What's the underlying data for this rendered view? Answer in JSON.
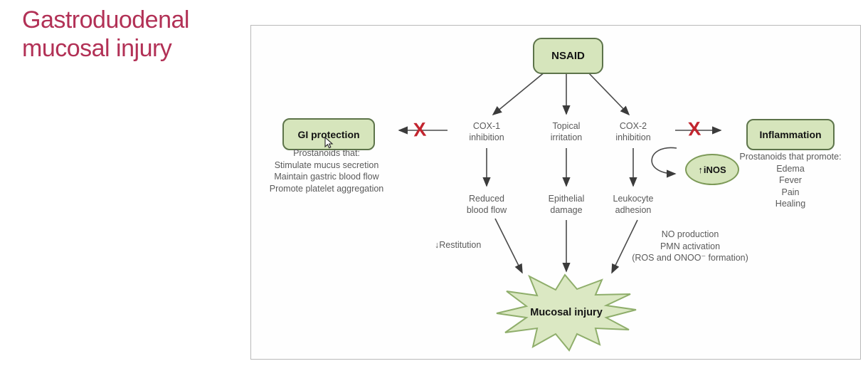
{
  "page": {
    "title_line1": "Gastroduodenal",
    "title_line2": "mucosal injury"
  },
  "diagram": {
    "nsaid_label": "NSAID",
    "gi_protection_label": "GI protection",
    "inflammation_label": "Inflammation",
    "inos_label": "iNOS",
    "inos_up_arrow": "↑",
    "mucosal_injury_label": "Mucosal injury",
    "x_mark": "X",
    "cox1": {
      "line1": "COX-1",
      "line2": "inhibition"
    },
    "topical": {
      "line1": "Topical",
      "line2": "irritation"
    },
    "cox2": {
      "line1": "COX-2",
      "line2": "inhibition"
    },
    "reduced_blood_flow": {
      "line1": "Reduced",
      "line2": "blood flow"
    },
    "epithelial_damage": {
      "line1": "Epithelial",
      "line2": "damage"
    },
    "leukocyte_adhesion": {
      "line1": "Leukocyte",
      "line2": "adhesion"
    },
    "gi_notes": {
      "header": "Prostanoids that:",
      "items": [
        "Stimulate mucus secretion",
        "Maintain gastric blood flow",
        "Promote platelet aggregation"
      ]
    },
    "inflammation_notes": {
      "header": "Prostanoids that promote:",
      "items": [
        "Edema",
        "Fever",
        "Pain",
        "Healing"
      ]
    },
    "restitution_arrow": "↓",
    "restitution_label": "Restitution",
    "no_block": {
      "line1": "NO production",
      "line2": "PMN activation",
      "line3": "(ROS and ONOO⁻ formation)"
    },
    "colors": {
      "title": "#b23156",
      "box_fill": "#d6e5bc",
      "box_border": "#5d744a",
      "ellipse_border": "#7d9a58",
      "starburst_fill": "#dbe8c3",
      "starburst_border": "#8fae6b",
      "red_x": "#c2242e",
      "arrow_line": "#4a4a4a",
      "body_text": "#5a5a5a"
    }
  }
}
